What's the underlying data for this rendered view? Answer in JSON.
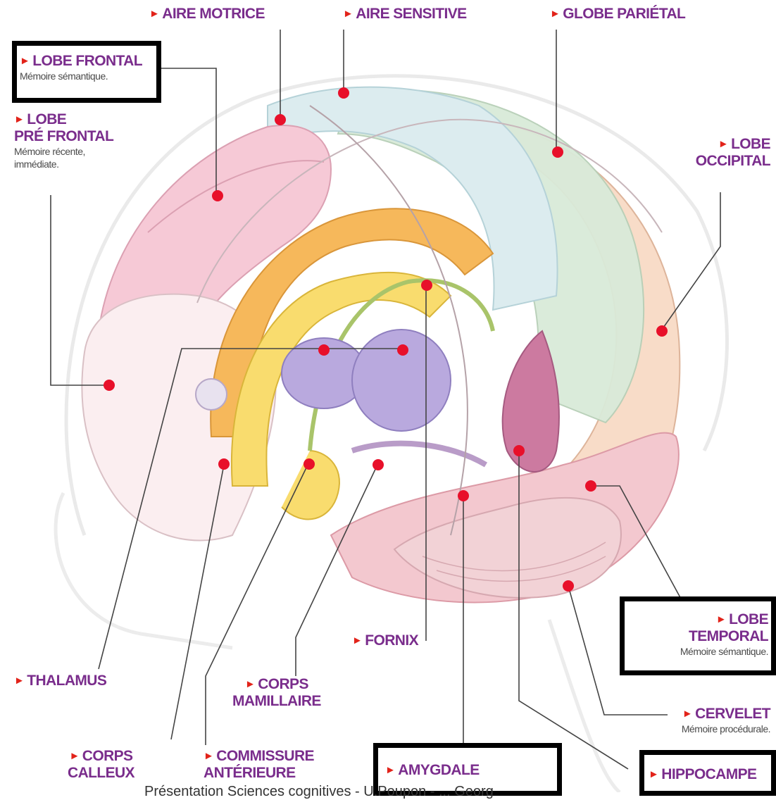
{
  "colors": {
    "label": "#7a2d8c",
    "arrow": "#e2231a",
    "dot": "#e8102a",
    "prefrontal": "#f6c9d6",
    "frontal_white": "#fbeef0",
    "parietal": "#d9ead9",
    "sensitive": "#dcecef",
    "occipital": "#f8dcc8",
    "temporal": "#f3c8cf",
    "callosum_yellow": "#f9dc6e",
    "callosum_orange": "#f6b85b",
    "thalamus": "#b9a9de",
    "hippocampus": "#cc7aa0"
  },
  "labels": {
    "aire_motrice": "AIRE MOTRICE",
    "aire_sensitive": "AIRE SENSITIVE",
    "globe_parietal": "GLOBE PARIÉTAL",
    "lobe_frontal": "LOBE FRONTAL",
    "lobe_frontal_note": "Mémoire sémantique.",
    "lobe_prefrontal_1": "LOBE",
    "lobe_prefrontal_2": "PRÉ FRONTAL",
    "lobe_prefrontal_note_1": "Mémoire récente,",
    "lobe_prefrontal_note_2": "immédiate.",
    "lobe_occipital_1": "LOBE",
    "lobe_occipital_2": "OCCIPITAL",
    "lobe_temporal_1": "LOBE",
    "lobe_temporal_2": "TEMPORAL",
    "lobe_temporal_note": "Mémoire sémantique.",
    "fornix": "FORNIX",
    "thalamus": "THALAMUS",
    "corps_mamillaire_1": "CORPS",
    "corps_mamillaire_2": "MAMILLAIRE",
    "cervelet": "CERVELET",
    "cervelet_note": "Mémoire procédurale.",
    "corps_calleux_1": "CORPS",
    "corps_calleux_2": "CALLEUX",
    "commissure_1": "COMMISSURE",
    "commissure_2": "ANTÉRIEURE",
    "amygdale": "AMYGDALE",
    "hippocampe": "HIPPOCAMPE"
  },
  "caption": "Présentation Sciences cognitives - U.Poupon - ... Georg"
}
